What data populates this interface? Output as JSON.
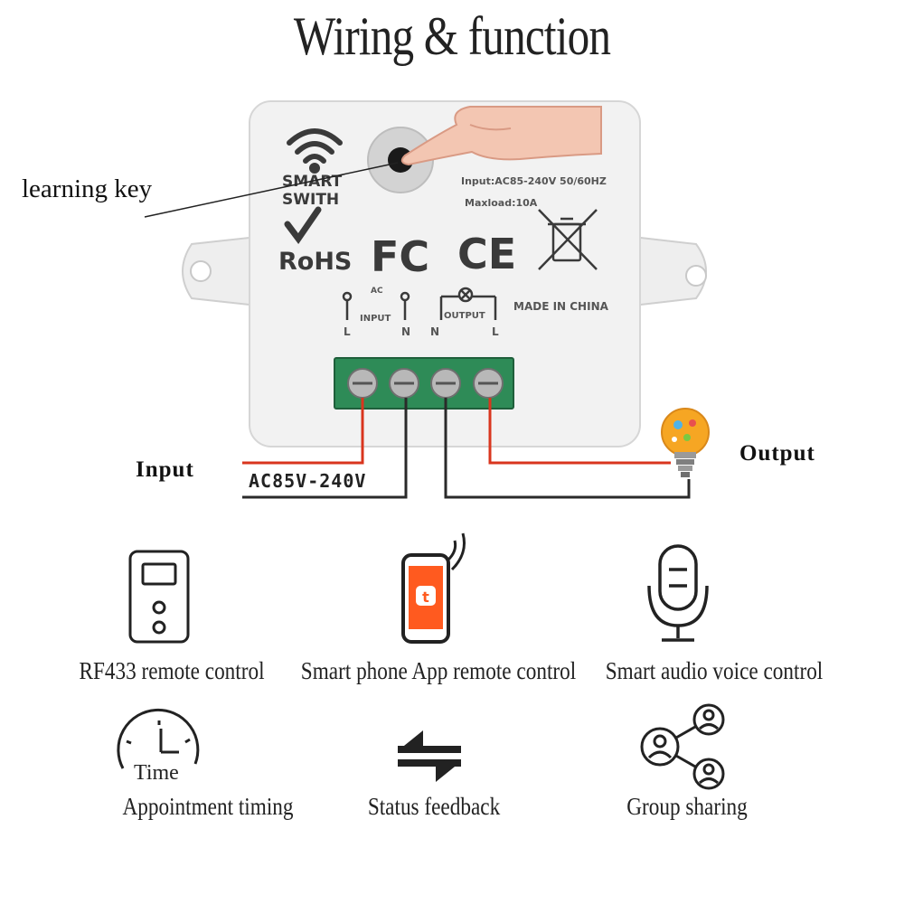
{
  "title": "Wiring & function",
  "labels": {
    "learning_key": "learning key",
    "input": "Input",
    "output": "Output",
    "voltage": "AC85V-240V"
  },
  "device": {
    "brand_line1": "SMART",
    "brand_line2": "SWITH",
    "spec_input": "Input:AC85-240V 50/60HZ",
    "spec_load": "Maxload:10A",
    "cert_rohs": "RoHS",
    "cert_fc": "FC",
    "cert_ce": "CE",
    "made_in": "MADE IN CHINA",
    "ac": "AC",
    "input_tag": "INPUT",
    "output_tag": "OUTPUT",
    "pin_l1": "L",
    "pin_n1": "N",
    "pin_n2": "N",
    "pin_l2": "L"
  },
  "app_icon_letter": "t",
  "features": [
    {
      "label": "RF433 remote control",
      "icon": "remote-control-icon"
    },
    {
      "label": "Smart phone App remote control",
      "icon": "smartphone-app-icon"
    },
    {
      "label": "Smart audio voice control",
      "icon": "microphone-icon"
    },
    {
      "label": "Appointment timing",
      "icon": "clock-time-icon"
    },
    {
      "label": "Status feedback",
      "icon": "swap-arrows-icon"
    },
    {
      "label": "Group sharing",
      "icon": "group-share-icon"
    }
  ],
  "colors": {
    "wire_live": "#d9351e",
    "wire_neutral": "#2a2a2a",
    "terminal_green": "#2e8b57",
    "app_orange": "#ff5a1f",
    "device_body": "#f2f2f2"
  }
}
